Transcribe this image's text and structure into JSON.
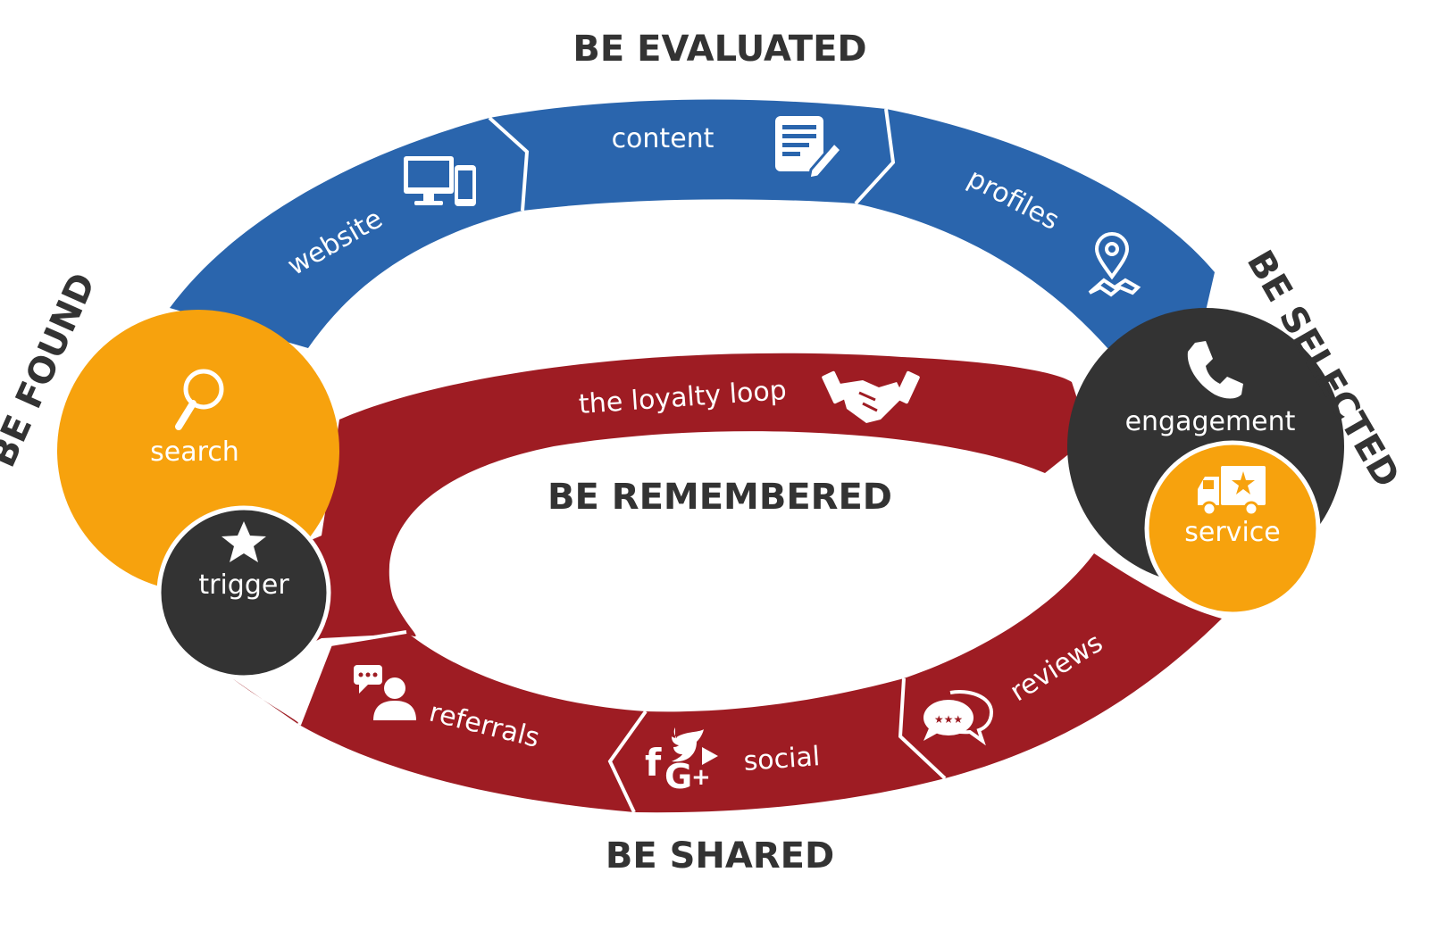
{
  "headings": {
    "top": "BE EVALUATED",
    "left": "BE FOUND",
    "right": "BE SELECTED",
    "center": "BE REMEMBERED",
    "bottom": "BE SHARED"
  },
  "blue_arc": {
    "color": "#2a65ad",
    "segments": [
      {
        "label": "website",
        "icon": "desktop-mobile-icon"
      },
      {
        "label": "content",
        "icon": "document-edit-icon"
      },
      {
        "label": "profiles",
        "icon": "map-pin-icon"
      }
    ]
  },
  "loyalty_loop": {
    "color": "#9e1c23",
    "label": "the loyalty loop",
    "icon": "handshake-icon",
    "segments": [
      {
        "label": "referrals",
        "icon": "person-chat-icon"
      },
      {
        "label": "social",
        "icon": "social-media-icon"
      },
      {
        "label": "reviews",
        "icon": "review-bubbles-icon"
      }
    ]
  },
  "nodes": {
    "search": {
      "label": "search",
      "icon": "magnifier-icon",
      "color": "#f7a20d"
    },
    "trigger": {
      "label": "trigger",
      "icon": "star-icon",
      "color": "#333333"
    },
    "engagement": {
      "label": "engagement",
      "icon": "phone-icon",
      "color": "#333333"
    },
    "service": {
      "label": "service",
      "icon": "delivery-truck-icon",
      "color": "#f7a20d"
    }
  }
}
